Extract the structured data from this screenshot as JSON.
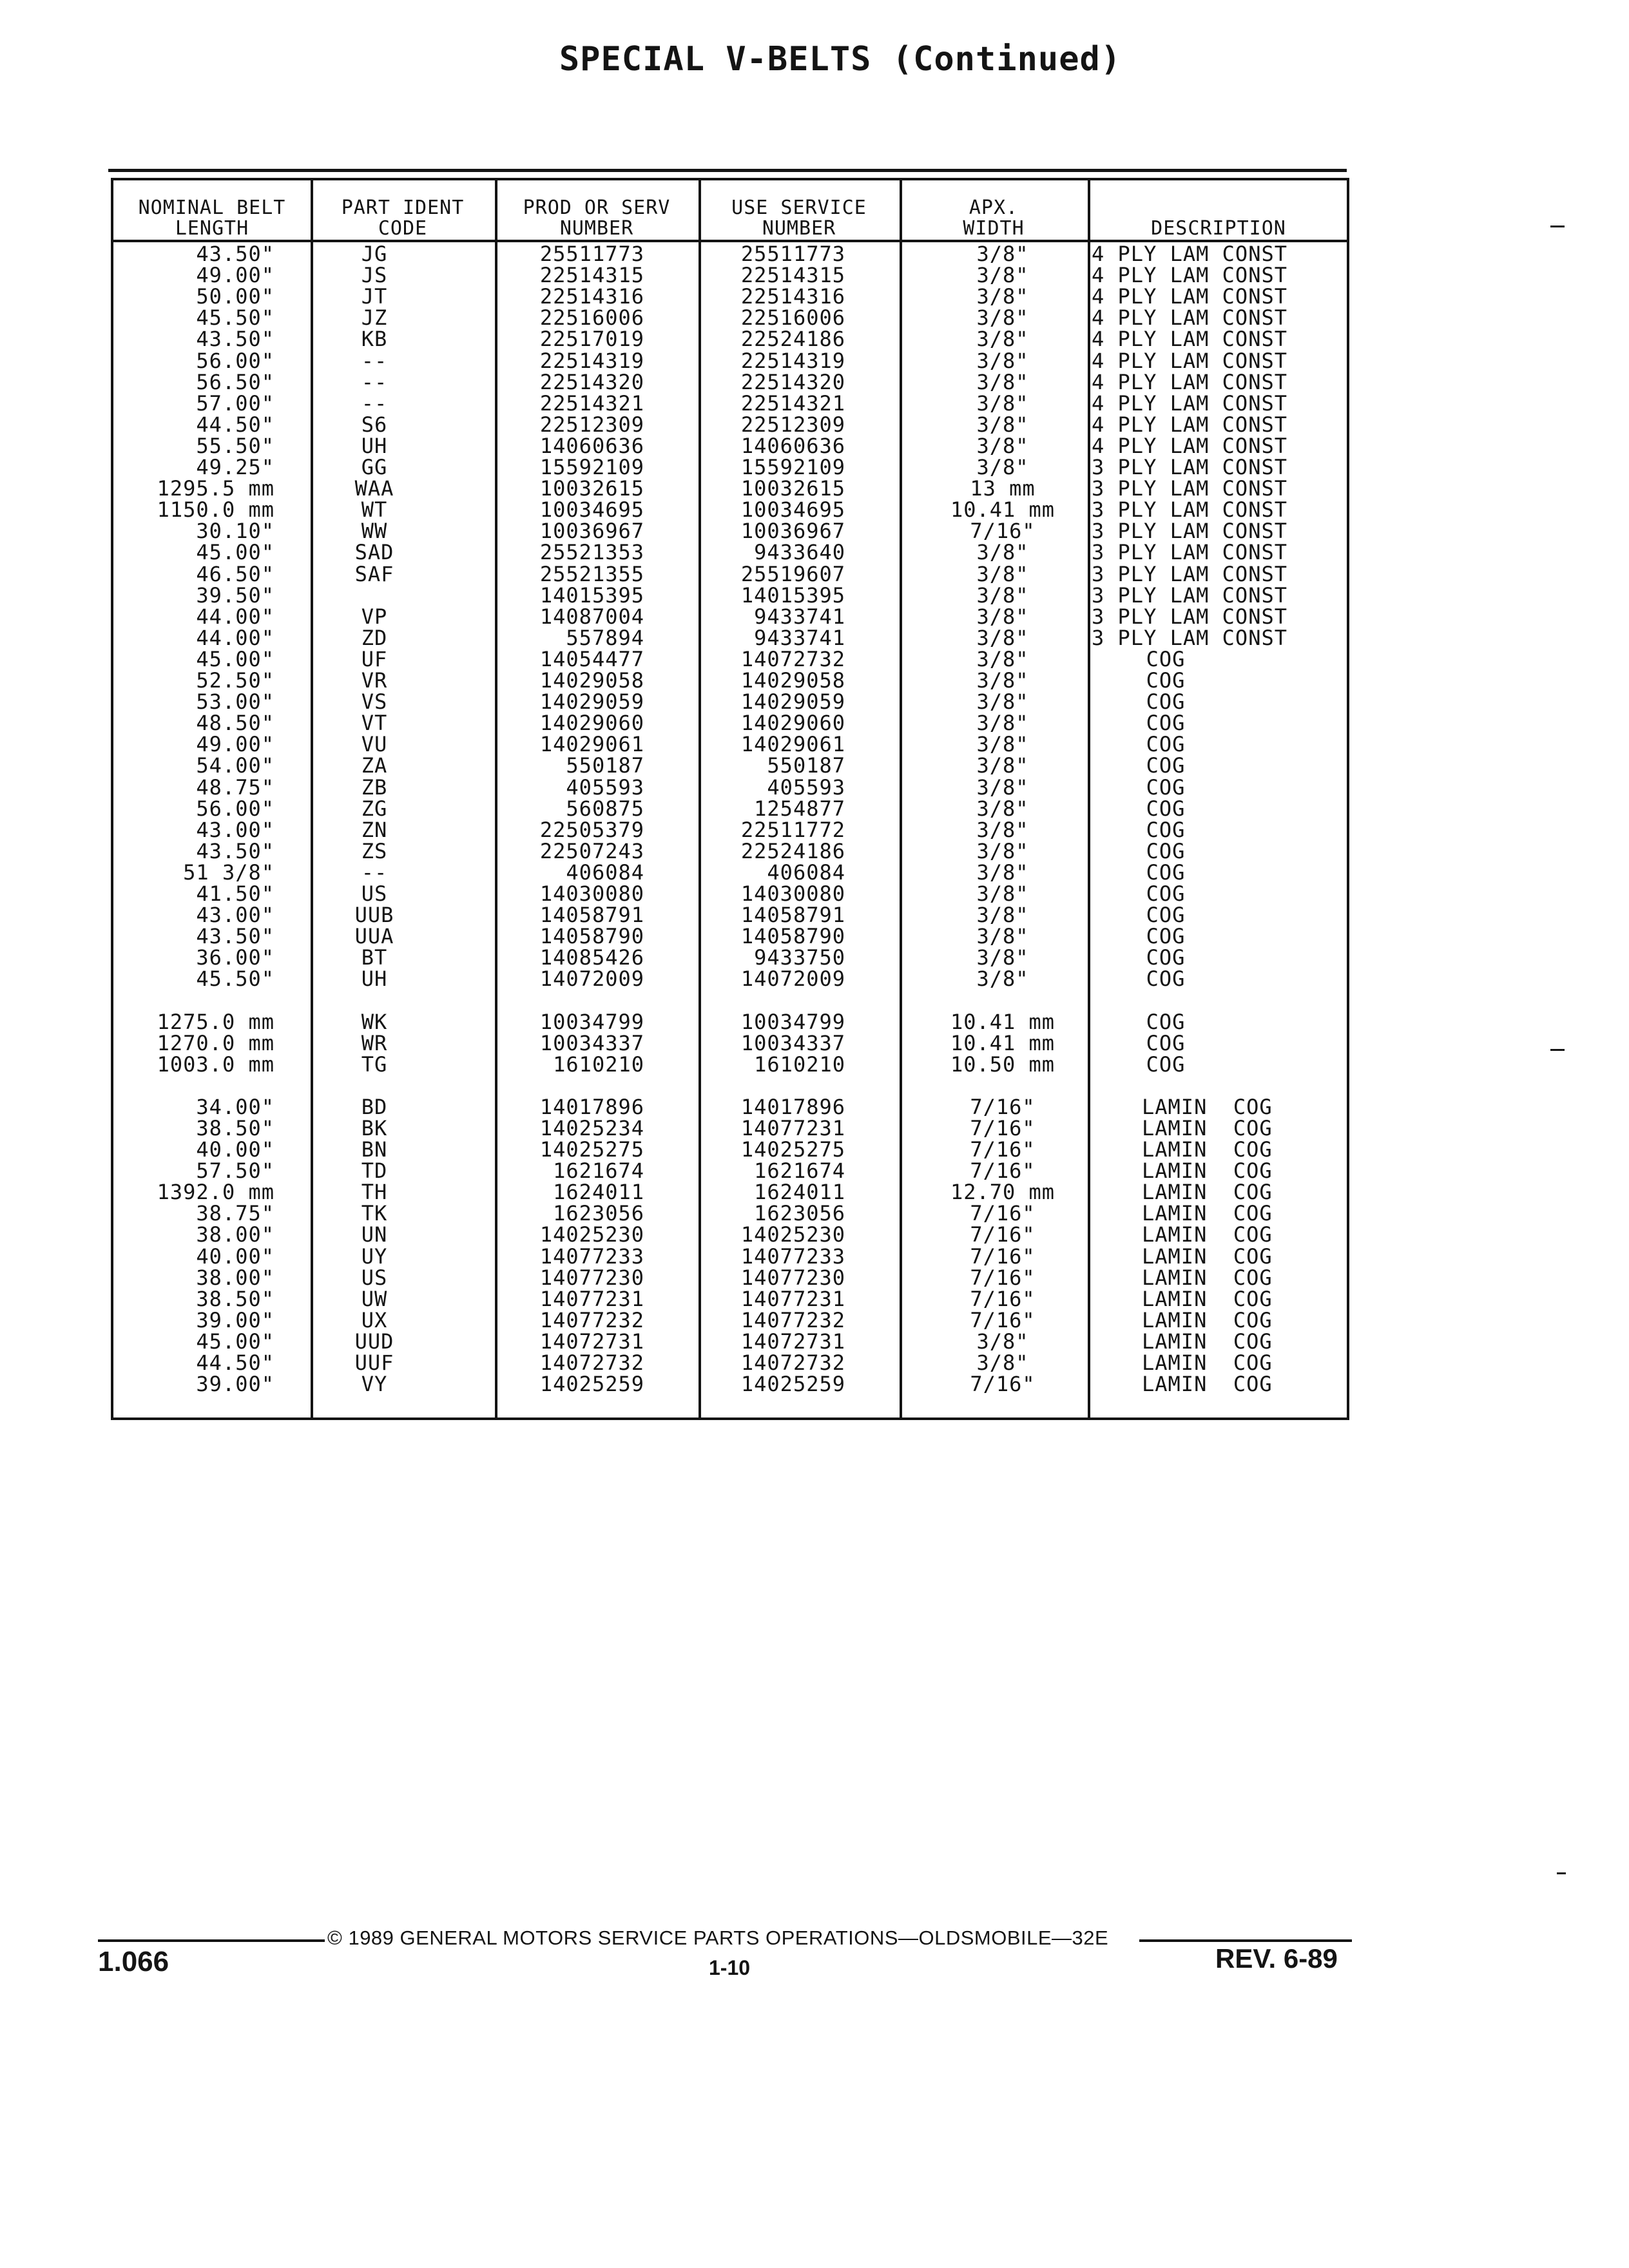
{
  "title": "SPECIAL V-BELTS (Continued)",
  "headers": {
    "length": [
      "NOMINAL BELT",
      "LENGTH"
    ],
    "code": [
      "PART IDENT",
      "CODE"
    ],
    "prod": [
      "PROD OR SERV",
      "NUMBER"
    ],
    "use": [
      "USE SERVICE",
      "NUMBER"
    ],
    "width": [
      "APX.",
      "WIDTH"
    ],
    "desc": [
      "DESCRIPTION"
    ]
  },
  "groups": [
    [
      [
        "43.50\"",
        "JG",
        "25511773",
        "25511773",
        "3/8\"",
        "4 PLY LAM CONST"
      ],
      [
        "49.00\"",
        "JS",
        "22514315",
        "22514315",
        "3/8\"",
        "4 PLY LAM CONST"
      ],
      [
        "50.00\"",
        "JT",
        "22514316",
        "22514316",
        "3/8\"",
        "4 PLY LAM CONST"
      ],
      [
        "45.50\"",
        "JZ",
        "22516006",
        "22516006",
        "3/8\"",
        "4 PLY LAM CONST"
      ],
      [
        "43.50\"",
        "KB",
        "22517019",
        "22524186",
        "3/8\"",
        "4 PLY LAM CONST"
      ],
      [
        "56.00\"",
        "--",
        "22514319",
        "22514319",
        "3/8\"",
        "4 PLY LAM CONST"
      ],
      [
        "56.50\"",
        "--",
        "22514320",
        "22514320",
        "3/8\"",
        "4 PLY LAM CONST"
      ],
      [
        "57.00\"",
        "--",
        "22514321",
        "22514321",
        "3/8\"",
        "4 PLY LAM CONST"
      ],
      [
        "44.50\"",
        "S6",
        "22512309",
        "22512309",
        "3/8\"",
        "4 PLY LAM CONST"
      ],
      [
        "55.50\"",
        "UH",
        "14060636",
        "14060636",
        "3/8\"",
        "4 PLY LAM CONST"
      ],
      [
        "49.25\"",
        "GG",
        "15592109",
        "15592109",
        "3/8\"",
        "3 PLY LAM CONST"
      ],
      [
        "1295.5 mm",
        "WAA",
        "10032615",
        "10032615",
        "13 mm",
        "3 PLY LAM CONST"
      ],
      [
        "1150.0 mm",
        "WT",
        "10034695",
        "10034695",
        "10.41 mm",
        "3 PLY LAM CONST"
      ],
      [
        "30.10\"",
        "WW",
        "10036967",
        "10036967",
        "7/16\"",
        "3 PLY LAM CONST"
      ],
      [
        "45.00\"",
        "SAD",
        "25521353",
        "9433640",
        "3/8\"",
        "3 PLY LAM CONST"
      ],
      [
        "46.50\"",
        "SAF",
        "25521355",
        "25519607",
        "3/8\"",
        "3 PLY LAM CONST"
      ],
      [
        "39.50\"",
        "",
        "14015395",
        "14015395",
        "3/8\"",
        "3 PLY LAM CONST"
      ],
      [
        "44.00\"",
        "VP",
        "14087004",
        "9433741",
        "3/8\"",
        "3 PLY LAM CONST"
      ],
      [
        "44.00\"",
        "ZD",
        "557894",
        "9433741",
        "3/8\"",
        "3 PLY LAM CONST"
      ],
      [
        "45.00\"",
        "UF",
        "14054477",
        "14072732",
        "3/8\"",
        "COG"
      ],
      [
        "52.50\"",
        "VR",
        "14029058",
        "14029058",
        "3/8\"",
        "COG"
      ],
      [
        "53.00\"",
        "VS",
        "14029059",
        "14029059",
        "3/8\"",
        "COG"
      ],
      [
        "48.50\"",
        "VT",
        "14029060",
        "14029060",
        "3/8\"",
        "COG"
      ],
      [
        "49.00\"",
        "VU",
        "14029061",
        "14029061",
        "3/8\"",
        "COG"
      ],
      [
        "54.00\"",
        "ZA",
        "550187",
        "550187",
        "3/8\"",
        "COG"
      ],
      [
        "48.75\"",
        "ZB",
        "405593",
        "405593",
        "3/8\"",
        "COG"
      ],
      [
        "56.00\"",
        "ZG",
        "560875",
        "1254877",
        "3/8\"",
        "COG"
      ],
      [
        "43.00\"",
        "ZN",
        "22505379",
        "22511772",
        "3/8\"",
        "COG"
      ],
      [
        "43.50\"",
        "ZS",
        "22507243",
        "22524186",
        "3/8\"",
        "COG"
      ],
      [
        "51 3/8\"",
        "--",
        "406084",
        "406084",
        "3/8\"",
        "COG"
      ],
      [
        "41.50\"",
        "US",
        "14030080",
        "14030080",
        "3/8\"",
        "COG"
      ],
      [
        "43.00\"",
        "UUB",
        "14058791",
        "14058791",
        "3/8\"",
        "COG"
      ],
      [
        "43.50\"",
        "UUA",
        "14058790",
        "14058790",
        "3/8\"",
        "COG"
      ],
      [
        "36.00\"",
        "BT",
        "14085426",
        "9433750",
        "3/8\"",
        "COG"
      ],
      [
        "45.50\"",
        "UH",
        "14072009",
        "14072009",
        "3/8\"",
        "COG"
      ]
    ],
    [
      [
        "1275.0 mm",
        "WK",
        "10034799",
        "10034799",
        "10.41 mm",
        "COG"
      ],
      [
        "1270.0 mm",
        "WR",
        "10034337",
        "10034337",
        "10.41 mm",
        "COG"
      ],
      [
        "1003.0 mm",
        "TG",
        "1610210",
        "1610210",
        "10.50 mm",
        "COG"
      ]
    ],
    [
      [
        "34.00\"",
        "BD",
        "14017896",
        "14017896",
        "7/16\"",
        "LAMIN  COG"
      ],
      [
        "38.50\"",
        "BK",
        "14025234",
        "14077231",
        "7/16\"",
        "LAMIN  COG"
      ],
      [
        "40.00\"",
        "BN",
        "14025275",
        "14025275",
        "7/16\"",
        "LAMIN  COG"
      ],
      [
        "57.50\"",
        "TD",
        "1621674",
        "1621674",
        "7/16\"",
        "LAMIN  COG"
      ],
      [
        "1392.0 mm",
        "TH",
        "1624011",
        "1624011",
        "12.70 mm",
        "LAMIN  COG"
      ],
      [
        "38.75\"",
        "TK",
        "1623056",
        "1623056",
        "7/16\"",
        "LAMIN  COG"
      ],
      [
        "38.00\"",
        "UN",
        "14025230",
        "14025230",
        "7/16\"",
        "LAMIN  COG"
      ],
      [
        "40.00\"",
        "UY",
        "14077233",
        "14077233",
        "7/16\"",
        "LAMIN  COG"
      ],
      [
        "38.00\"",
        "US",
        "14077230",
        "14077230",
        "7/16\"",
        "LAMIN  COG"
      ],
      [
        "38.50\"",
        "UW",
        "14077231",
        "14077231",
        "7/16\"",
        "LAMIN  COG"
      ],
      [
        "39.00\"",
        "UX",
        "14077232",
        "14077232",
        "7/16\"",
        "LAMIN  COG"
      ],
      [
        "45.00\"",
        "UUD",
        "14072731",
        "14072731",
        "3/8\"",
        "LAMIN  COG"
      ],
      [
        "44.50\"",
        "UUF",
        "14072732",
        "14072732",
        "3/8\"",
        "LAMIN  COG"
      ],
      [
        "39.00\"",
        "VY",
        "14025259",
        "14025259",
        "7/16\"",
        "LAMIN  COG"
      ]
    ]
  ],
  "footer": {
    "left": "1.066",
    "center": "© 1989 GENERAL MOTORS SERVICE PARTS OPERATIONS—OLDSMOBILE—32E",
    "page": "1-10",
    "right": "REV. 6-89"
  }
}
